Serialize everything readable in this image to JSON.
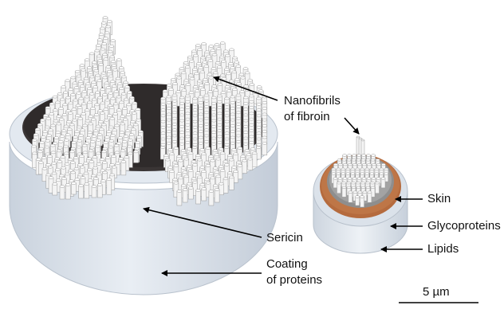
{
  "labels": {
    "nanofibrils_line1": "Nanofibrils",
    "nanofibrils_line2": "of fibroin",
    "sericin": "Sericin",
    "coating_line1": "Coating",
    "coating_line2": "of proteins",
    "skin": "Skin",
    "glycoproteins": "Glycoproteins",
    "lipids": "Lipids",
    "scale": "5 µm"
  },
  "colors": {
    "sericin": "#3a3535",
    "coating": "#d6dee8",
    "fibril": "#f4f4f4",
    "skin": "#8e8e8e",
    "glycoproteins": "#b56b3e",
    "lipids": "#dbe2ea",
    "arrow": "#000000"
  }
}
